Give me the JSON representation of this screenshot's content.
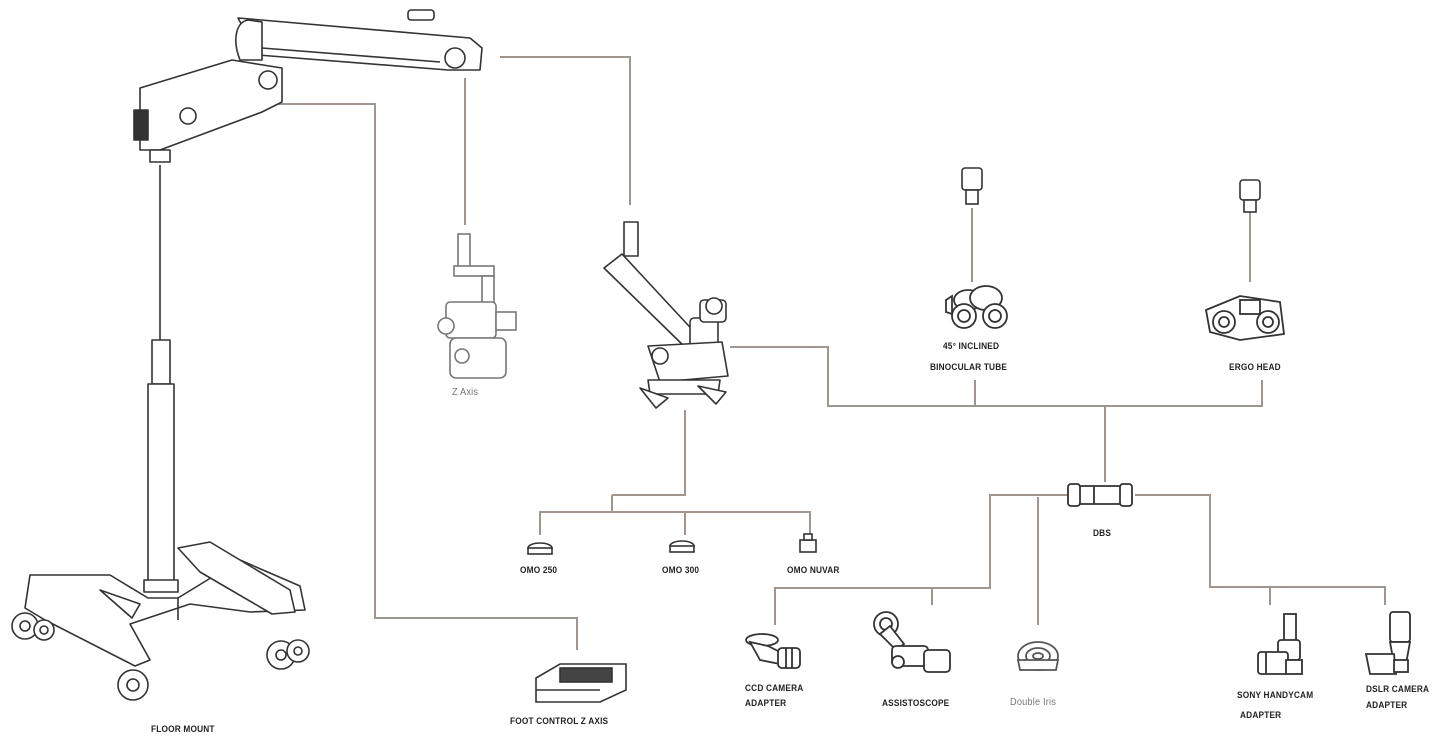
{
  "labels": {
    "floor_mount": "FLOOR MOUNT",
    "foot_control": "FOOT CONTROL Z AXIS",
    "z_axis": "Z Axis",
    "inclined_tube_line1": "45° INCLINED",
    "inclined_tube_line2": "BINOCULAR TUBE",
    "ergo_head": "ERGO HEAD",
    "dbs": "DBS",
    "omo_250": "OMO 250",
    "omo_300": "OMO 300",
    "omo_nuvar": "OMO NUVAR",
    "ccd_line1": "CCD CAMERA",
    "ccd_line2": "ADAPTER",
    "assistoscope": "ASSISTOSCOPE",
    "double_iris": "Double Iris",
    "sony_line1": "SONY HANDYCAM",
    "sony_line2": "ADAPTER",
    "dslr_line1": "DSLR CAMERA",
    "dslr_line2": "ADAPTER"
  },
  "colors": {
    "connector": "#a09690",
    "outline": "#333333",
    "label": "#222222",
    "label_muted": "#777777"
  }
}
